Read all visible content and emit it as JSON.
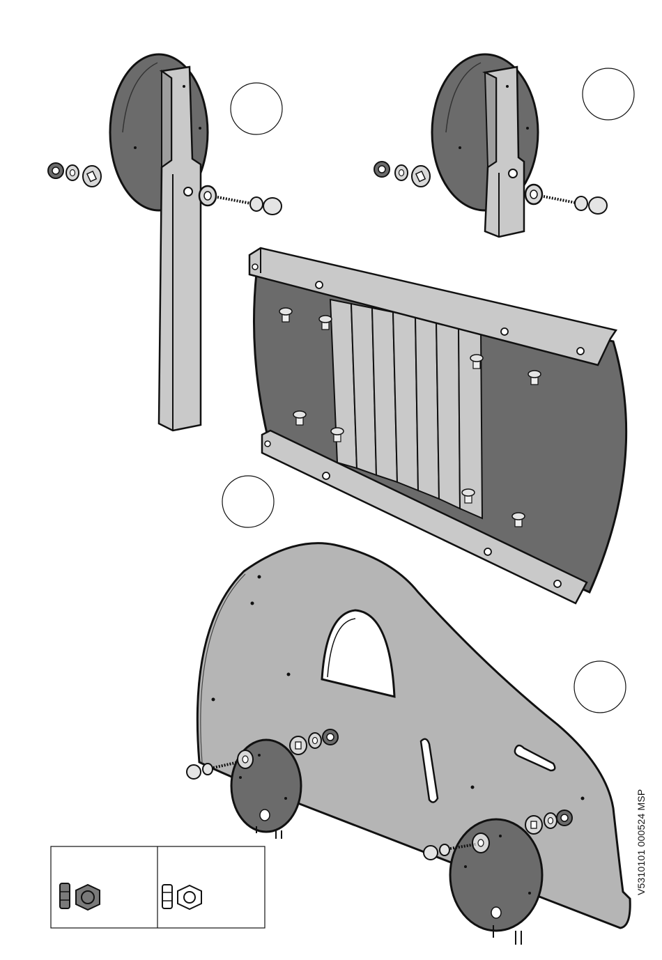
{
  "document": {
    "code": "V5310101 000524 MSP"
  },
  "step_markers": [
    {
      "name": "step-marker-1",
      "number": ""
    },
    {
      "name": "step-marker-2",
      "number": ""
    },
    {
      "name": "step-marker-3",
      "number": ""
    },
    {
      "name": "step-marker-4",
      "number": ""
    }
  ],
  "legend": {
    "cells": [
      {
        "name": "legend-cell-dark-nut",
        "icon": "hex-nut-dark-icon"
      },
      {
        "name": "legend-cell-light-nut",
        "icon": "hex-nut-light-icon"
      }
    ]
  },
  "colors": {
    "dark_panel": "#6b6b6b",
    "light_wood": "#c9c9c9",
    "mid_panel": "#b5b5b5",
    "line": "#111111",
    "background": "#ffffff"
  }
}
